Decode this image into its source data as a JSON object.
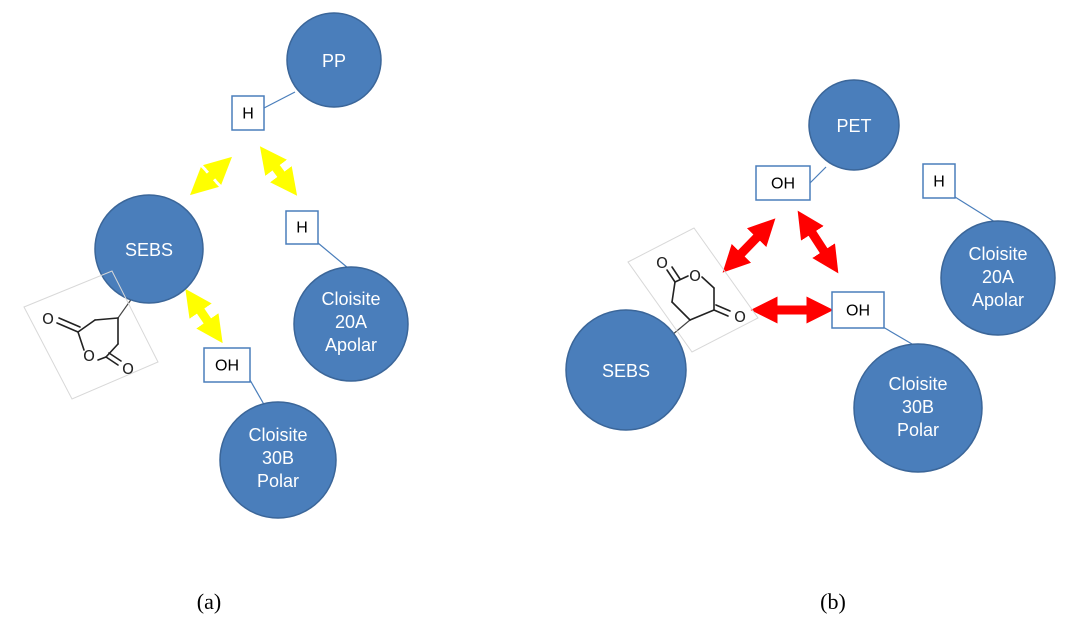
{
  "panel_a": {
    "nodes": {
      "pp": [
        "PP"
      ],
      "sebs": [
        "SEBS"
      ],
      "c20a": [
        "Cloisite",
        "20A",
        "Apolar"
      ],
      "c30b": [
        "Cloisite",
        "30B",
        "Polar"
      ]
    },
    "boxes": {
      "pp_h": "H",
      "c20a_h": "H",
      "c30b_oh": "OH"
    },
    "atoms": [
      "O",
      "O",
      "O"
    ],
    "arrow_color": "#ffff00",
    "caption": "(a)"
  },
  "panel_b": {
    "nodes": {
      "pet": [
        "PET"
      ],
      "sebs": [
        "SEBS"
      ],
      "c20a": [
        "Cloisite",
        "20A",
        "Apolar"
      ],
      "c30b": [
        "Cloisite",
        "30B",
        "Polar"
      ]
    },
    "boxes": {
      "pet_oh": "OH",
      "c20a_h": "H",
      "c30b_oh": "OH"
    },
    "atoms": [
      "O",
      "O",
      "O"
    ],
    "arrow_color": "#ff0000",
    "caption": "(b)"
  },
  "colors": {
    "node_fill": "#4a7ebb",
    "node_text": "#ffffff",
    "box_border": "#4a7ebb"
  }
}
